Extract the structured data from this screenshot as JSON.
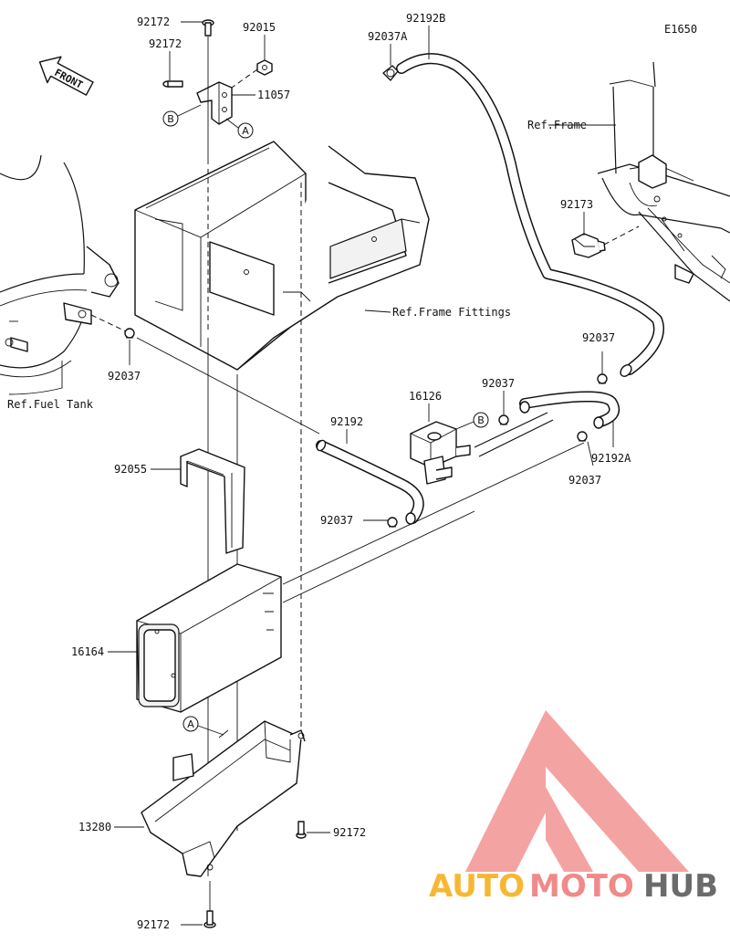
{
  "diagram_code": "E1650",
  "front_label": "FRONT",
  "callouts": {
    "a": "A",
    "b": "B"
  },
  "references": {
    "frame": "Ref.Frame",
    "frame_fittings": "Ref.Frame Fittings",
    "fuel_tank": "Ref.Fuel Tank"
  },
  "part_numbers": {
    "p92172_top": "92172",
    "p92172_left": "92172",
    "p92015": "92015",
    "p11057": "11057",
    "p92192B": "92192B",
    "p92037A": "92037A",
    "p92173": "92173",
    "p92037_left": "92037",
    "p92037_right_top": "92037",
    "p92037_mid": "92037",
    "p92037_right_low": "92037",
    "p92037_hose": "92037",
    "p16126": "16126",
    "p92192": "92192",
    "p92192A": "92192A",
    "p92055": "92055",
    "p16164": "16164",
    "p13280": "13280",
    "p92172_bottom_right": "92172",
    "p92172_bottom": "92172"
  },
  "watermark": {
    "text_part1": "AUTO",
    "text_part2": "MOTO",
    "text_part3": "HUB",
    "color_orange": "#f5a623",
    "color_red": "#ef4b4b",
    "color_gray": "#444444"
  }
}
